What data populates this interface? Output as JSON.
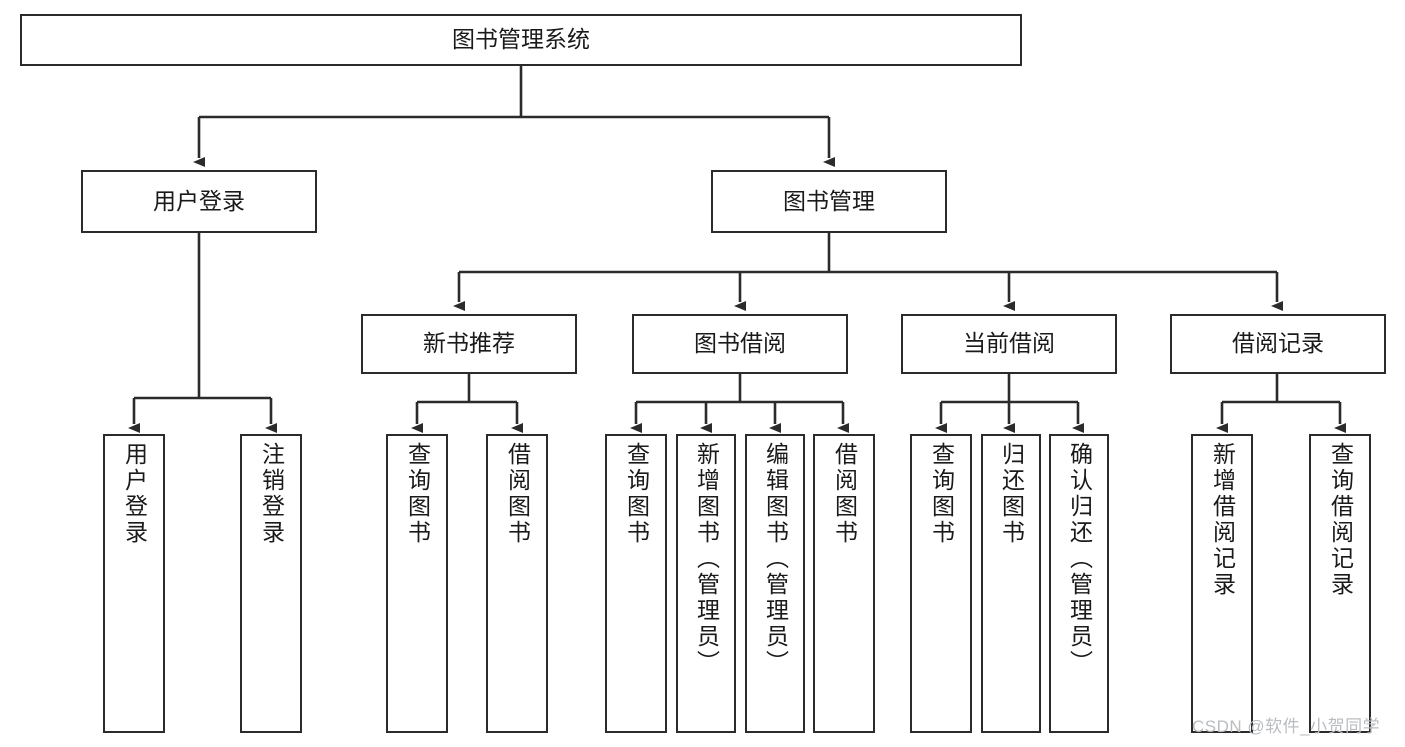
{
  "diagram": {
    "title": "图书管理系统",
    "type": "tree-hierarchy-chart",
    "watermark": "CSDN @软件_小贺同学",
    "colors": {
      "box_border": "#2b2b2b",
      "box_fill": "#ffffff",
      "edge": "#2b2b2b",
      "text": "#1a1a1a",
      "watermark": "#b9bcc0",
      "background": "#ffffff"
    },
    "root": {
      "label": "图书管理系统"
    },
    "level2": [
      {
        "label": "用户登录"
      },
      {
        "label": "图书管理"
      }
    ],
    "level3": [
      {
        "label": "新书推荐"
      },
      {
        "label": "图书借阅"
      },
      {
        "label": "当前借阅"
      },
      {
        "label": "借阅记录"
      }
    ],
    "leaves_user_login": [
      {
        "label": "用户登录"
      },
      {
        "label": "注销登录"
      }
    ],
    "leaves_new_book": [
      {
        "label": "查询图书"
      },
      {
        "label": "借阅图书"
      }
    ],
    "leaves_borrow": [
      {
        "label": "查询图书"
      },
      {
        "label": "新增图书（管理员）"
      },
      {
        "label": "编辑图书（管理员）"
      },
      {
        "label": "借阅图书"
      }
    ],
    "leaves_current": [
      {
        "label": "查询图书"
      },
      {
        "label": "归还图书"
      },
      {
        "label": "确认归还（管理员）"
      }
    ],
    "leaves_record": [
      {
        "label": "新增借阅记录"
      },
      {
        "label": "查询借阅记录"
      }
    ]
  }
}
